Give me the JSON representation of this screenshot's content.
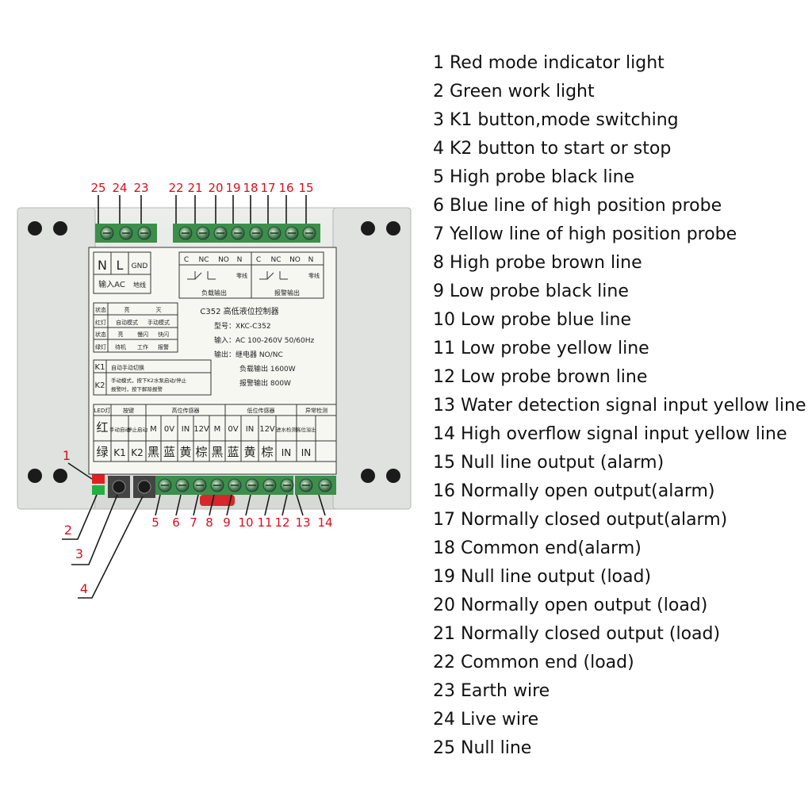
{
  "legend": [
    "1 Red mode indicator light",
    "2 Green work light",
    "3 K1 button,mode switching",
    "4 K2 button to start or stop",
    "5 High probe black line",
    "6 Blue line of high position probe",
    "7 Yellow line of high position probe",
    "8 High probe brown line",
    "9 Low probe black line",
    "10 Low probe blue line",
    "11 Low probe yellow line",
    "12 Low probe brown line",
    "13 Water detection signal input yellow line",
    "14 High overflow signal input yellow line",
    "15 Null line output (alarm)",
    "16 Normally open output(alarm)",
    "17 Normally closed output(alarm)",
    "18 Common end(alarm)",
    "19 Null line output (load)",
    "20 Normally open output (load)",
    "21 Normally closed output (load)",
    "22 Common end (load)",
    "23 Earth wire",
    "24 Live wire",
    "25 Null line"
  ],
  "callouts": {
    "top": [
      "25",
      "24",
      "23",
      "22",
      "21",
      "20",
      "19",
      "18",
      "17",
      "16",
      "15"
    ],
    "bottom": [
      "5",
      "6",
      "7",
      "8",
      "9",
      "10",
      "11",
      "12",
      "13",
      "14"
    ],
    "left": [
      "1",
      "2",
      "3",
      "4"
    ]
  },
  "board": {
    "input_block": {
      "n": "N",
      "l": "L",
      "gnd": "GND",
      "label_ac": "输入AC",
      "label_gnd": "地线"
    },
    "relay_headers": [
      "C",
      "NC",
      "NO",
      "N",
      "零线",
      "C",
      "NC",
      "NO",
      "N",
      "零线"
    ],
    "relay_labels": {
      "load": "负载输出",
      "alarm": "报警输出"
    },
    "model_title": "C352 高低液位控制器",
    "specs": [
      "型号：XKC-C352",
      "输入：AC 100-260V 50/60Hz",
      "输出：继电器 NO/NC",
      "负载输出 1600W",
      "报警输出 800W"
    ],
    "status_table": {
      "row1": [
        "状态",
        "亮",
        "灭"
      ],
      "row2": [
        "红灯",
        "自动模式",
        "手动模式"
      ],
      "row3": [
        "状态",
        "亮",
        "慢闪",
        "快闪"
      ],
      "row4": [
        "绿灯",
        "待机",
        "工作",
        "报警"
      ]
    },
    "key_notes": {
      "k1": "K1",
      "k1_text": "自动手动切换",
      "k2": "K2",
      "k2_text": "手动模式，按下K2水泵启动/停止",
      "k2_text2": "报警时，按下解除报警"
    },
    "bottom_table": {
      "headers": [
        "LED灯",
        "按键",
        "高位传感器",
        "低位传感器",
        "异常检测"
      ],
      "row_a": [
        "红",
        "手动自动",
        "停止启动",
        "M",
        "0V",
        "IN",
        "12V",
        "M",
        "0V",
        "IN",
        "12V",
        "进水检测",
        "高位溢出"
      ],
      "row_b": [
        "绿",
        "K1",
        "K2",
        "黑",
        "蓝",
        "黄",
        "棕",
        "黑",
        "蓝",
        "黄",
        "棕",
        "IN",
        "IN"
      ]
    }
  },
  "colors": {
    "callout_red": "#d8101c",
    "enclosure": "#e4e6e4",
    "terminal": "#3fa455",
    "led_red": "#e02020",
    "led_green": "#22b040"
  }
}
